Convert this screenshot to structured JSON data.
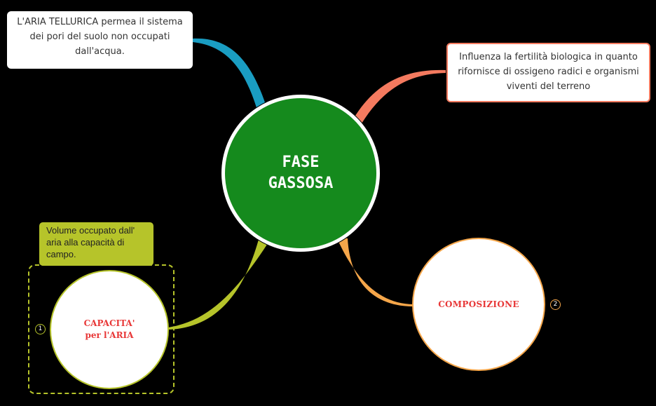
{
  "center": {
    "title": "FASE GASSOSA",
    "color": "#158a1d"
  },
  "notes": {
    "aria_tellurica": "L'ARIA TELLURICA permea il sistema dei pori del suolo non occupati dall'acqua.",
    "fertility": "Influenza la fertilità biologica in quanto rifornisce di ossigeno radici e organismi viventi del terreno",
    "volume": "Volume occupato dall' aria alla capacità di campo."
  },
  "nodes": {
    "capacita": {
      "label": "CAPACITA'\nper l'ARIA",
      "badge": "1"
    },
    "composizione": {
      "label": "COMPOSIZIONE",
      "badge": "2"
    }
  },
  "colors": {
    "branch_blue": "#1a9dc2",
    "branch_coral": "#f47a5f",
    "branch_lime": "#b6c42a",
    "branch_orange": "#f5a64a",
    "label_red": "#e83838"
  }
}
